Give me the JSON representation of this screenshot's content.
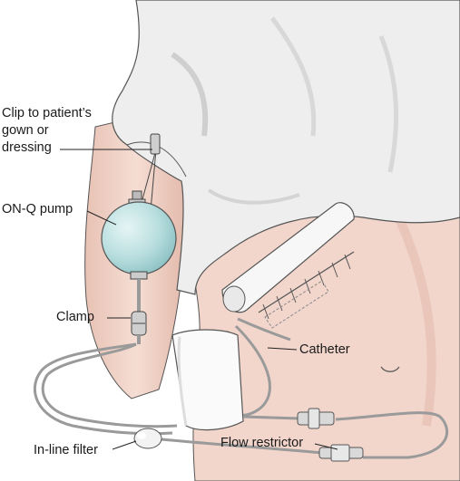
{
  "labels": {
    "clip": [
      "Clip to patient’s",
      "gown or",
      "dressing"
    ],
    "pump": "ON-Q pump",
    "clamp": "Clamp",
    "filter": "In-line filter",
    "catheter": "Catheter",
    "flow_restrictor": "Flow restrictor"
  },
  "colors": {
    "skin": "#f2d6cc",
    "skin_shadow": "#e4b9ab",
    "shirt": "#eeeeee",
    "shirt_shadow": "#d4d4d4",
    "pump_fluid": "#b9dedf",
    "tube": "#9a9a9a",
    "outline": "#555555"
  }
}
